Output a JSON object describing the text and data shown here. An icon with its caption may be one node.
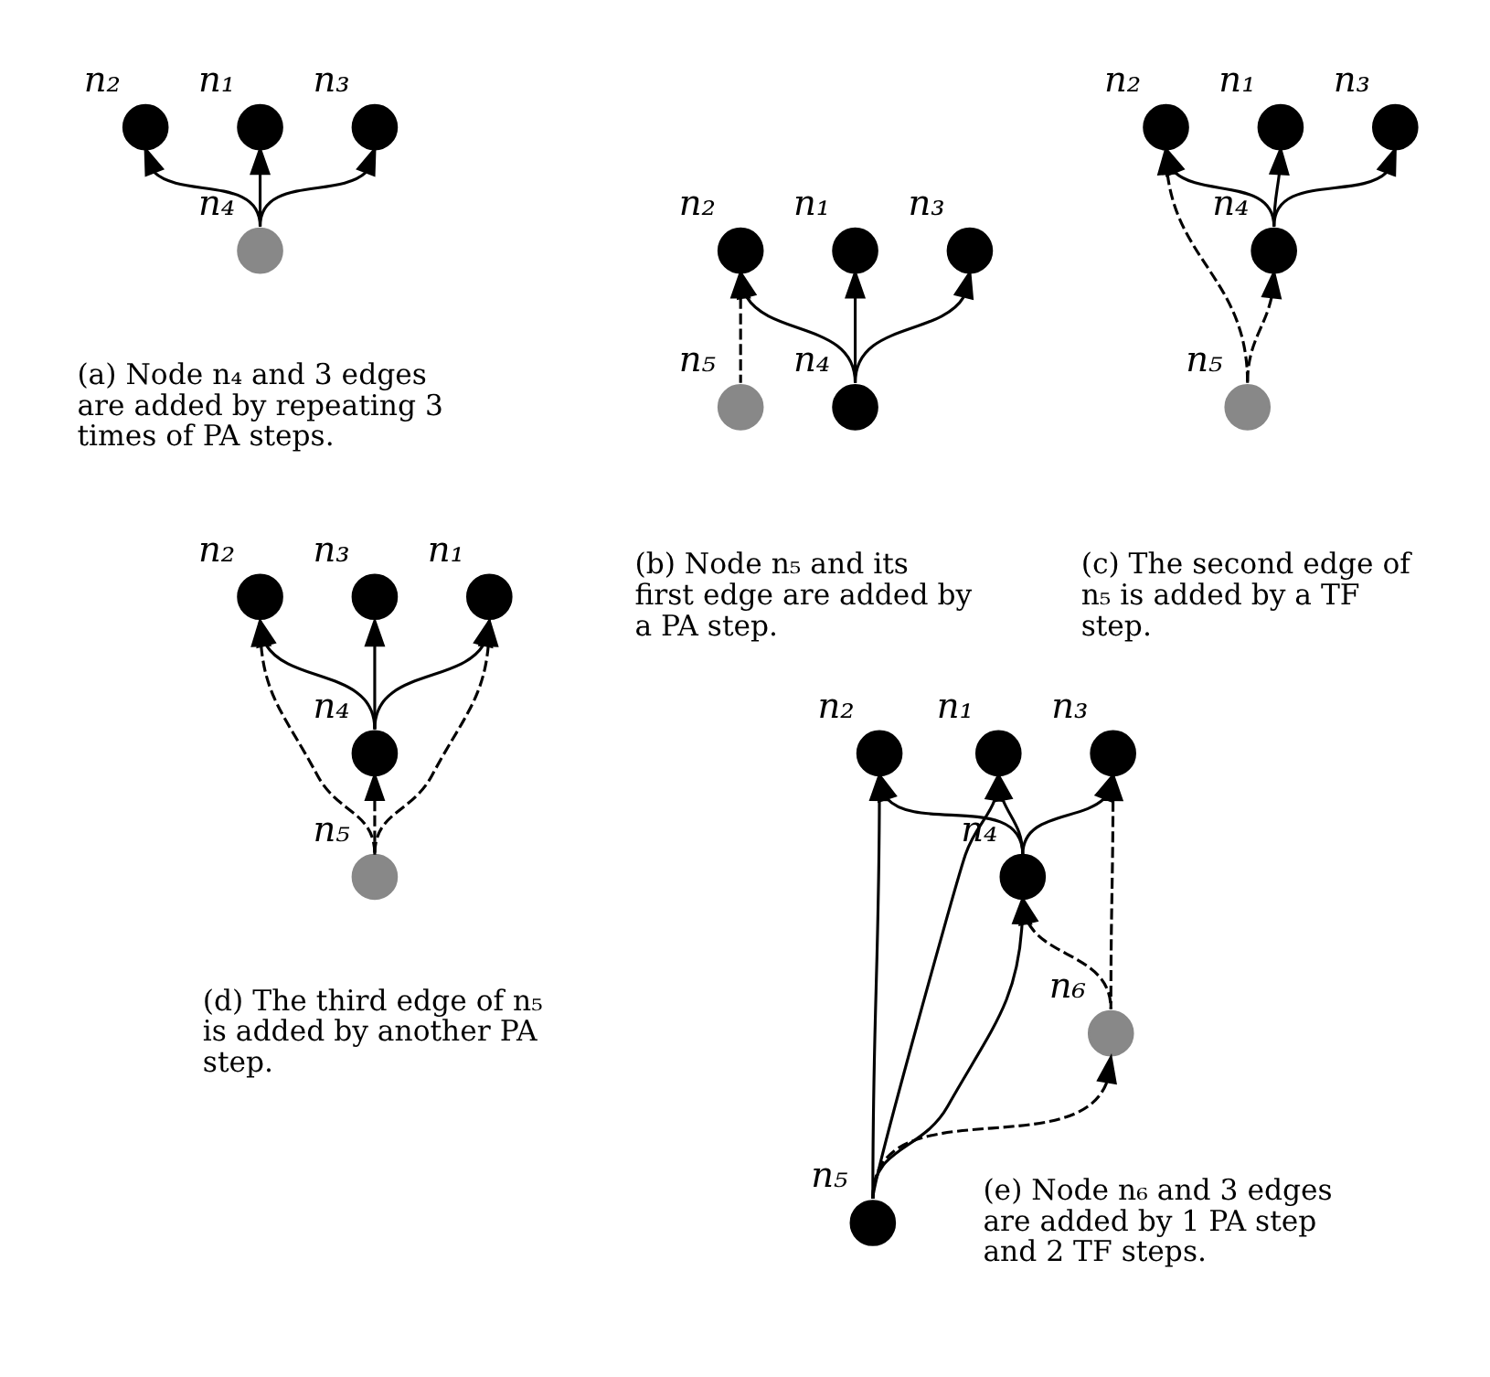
{
  "diagram": {
    "nodes": [
      {
        "text": [],
        "shape": "circle",
        "beside": [
          "n₂"
        ]
      },
      {
        "text": [],
        "shape": "circle",
        "beside": [
          "n₁"
        ]
      },
      {
        "text": [],
        "shape": "circle",
        "beside": [
          "n₃"
        ]
      },
      {
        "text": [],
        "shape": "circle",
        "beside": [
          "n₄"
        ]
      },
      {
        "text": [],
        "shape": "circle",
        "beside": [
          "n₂"
        ]
      },
      {
        "text": [],
        "shape": "circle",
        "beside": [
          "n₁"
        ]
      },
      {
        "text": [],
        "shape": "circle",
        "beside": [
          "n₃"
        ]
      },
      {
        "text": [],
        "shape": "circle",
        "beside": [
          "n₄"
        ]
      },
      {
        "text": [],
        "shape": "circle",
        "beside": [
          "n₅"
        ]
      },
      {
        "text": [],
        "shape": "circle",
        "beside": [
          "n₂"
        ]
      },
      {
        "text": [],
        "shape": "circle",
        "beside": [
          "n₁"
        ]
      },
      {
        "text": [],
        "shape": "circle",
        "beside": [
          "n₃"
        ]
      },
      {
        "text": [],
        "shape": "circle",
        "beside": [
          "n₄"
        ]
      },
      {
        "text": [],
        "shape": "circle",
        "beside": [
          "n₅"
        ]
      },
      {
        "text": [],
        "shape": "circle",
        "beside": [
          "n₂"
        ]
      },
      {
        "text": [],
        "shape": "circle",
        "beside": [
          "n₁"
        ]
      },
      {
        "text": [],
        "shape": "circle",
        "beside": [
          "n₃"
        ]
      },
      {
        "text": [],
        "shape": "circle",
        "beside": [
          "n₄"
        ]
      },
      {
        "text": [],
        "shape": "circle",
        "beside": [
          "n₅"
        ]
      },
      {
        "text": [],
        "shape": "circle",
        "beside": [
          "n₂"
        ]
      },
      {
        "text": [],
        "shape": "circle",
        "beside": [
          "n₁"
        ]
      },
      {
        "text": [],
        "shape": "circle",
        "beside": [
          "n₃"
        ]
      },
      {
        "text": [],
        "shape": "circle",
        "beside": [
          "n₄"
        ]
      },
      {
        "text": [],
        "shape": "circle",
        "beside": [
          "n₅"
        ]
      },
      {
        "text": [],
        "shape": "circle",
        "beside": [
          "n₆"
        ]
      }
    ],
    "edges": [
      {
        "from": 3,
        "to": 0,
        "arrow": "to"
      },
      {
        "from": 3,
        "to": 1,
        "arrow": "to"
      },
      {
        "from": 3,
        "to": 2,
        "arrow": "to"
      },
      {
        "from": 7,
        "to": 4,
        "arrow": "to"
      },
      {
        "from": 7,
        "to": 5,
        "arrow": "to"
      },
      {
        "from": 7,
        "to": 6,
        "arrow": "to"
      },
      {
        "from": 8,
        "to": 4,
        "arrow": "to",
        "style": "dashed"
      },
      {
        "from": 12,
        "to": 9,
        "arrow": "to"
      },
      {
        "from": 12,
        "to": 10,
        "arrow": "to"
      },
      {
        "from": 12,
        "to": 11,
        "arrow": "to"
      },
      {
        "from": 13,
        "to": 9,
        "arrow": "to",
        "style": "dashed"
      },
      {
        "from": 13,
        "to": 12,
        "arrow": "to",
        "style": "dashed"
      },
      {
        "from": 17,
        "to": 14,
        "arrow": "to"
      },
      {
        "from": 17,
        "to": 15,
        "arrow": "to"
      },
      {
        "from": 17,
        "to": 16,
        "arrow": "to"
      },
      {
        "from": 18,
        "to": 14,
        "arrow": "to",
        "style": "dashed"
      },
      {
        "from": 18,
        "to": 15,
        "arrow": "to",
        "style": "dashed"
      },
      {
        "from": 18,
        "to": 17,
        "arrow": "to",
        "style": "dashed"
      },
      {
        "from": 23,
        "to": 19,
        "arrow": "to"
      },
      {
        "from": 23,
        "to": 20,
        "arrow": "to"
      },
      {
        "from": 23,
        "to": 22,
        "arrow": "to"
      },
      {
        "from": 22,
        "to": 19,
        "arrow": "to"
      },
      {
        "from": 22,
        "to": 20,
        "arrow": "to"
      },
      {
        "from": 22,
        "to": 21,
        "arrow": "to"
      },
      {
        "from": 23,
        "to": 24,
        "arrow": "to",
        "style": "dashed"
      },
      {
        "from": 24,
        "to": 22,
        "arrow": "to",
        "style": "dashed"
      },
      {
        "from": 24,
        "to": 21,
        "arrow": "to",
        "style": "dashed"
      }
    ],
    "labels": [
      "(a) Node n₄ and 3 edges are added by repeating 3 times of PA steps.",
      "(b) Node n₅ and its first edge are added by a PA step.",
      "(c) The second edge of n₅ is added by a TF step.",
      "(d) The third edge of n₅ is added by another PA step.",
      "(e) Node n₆ and 3 edges are added by 1 PA step and 2 TF steps."
    ]
  }
}
